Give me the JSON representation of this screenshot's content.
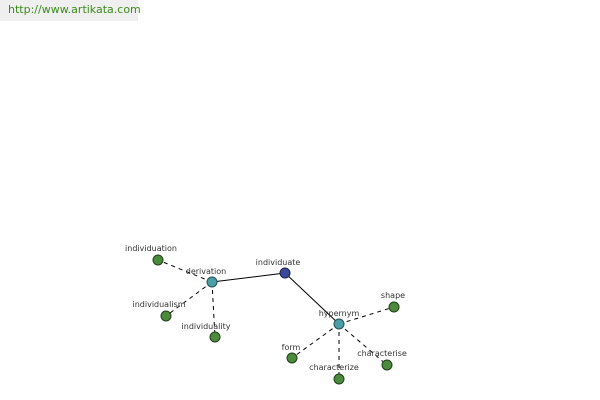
{
  "header": {
    "site_url": "http://www.artikata.com"
  },
  "colors": {
    "center_node": "#3b4a9c",
    "relation_node": "#4a9ea6",
    "leaf_node": "#4b8b3b",
    "edge": "#000000",
    "link_text": "#3c8a1c"
  },
  "graph": {
    "center": {
      "label": "individuate"
    },
    "relations": [
      {
        "label": "derivation"
      },
      {
        "label": "hypernym"
      }
    ],
    "leaves": [
      {
        "label": "individuation"
      },
      {
        "label": "individualism"
      },
      {
        "label": "individuality"
      },
      {
        "label": "shape"
      },
      {
        "label": "form"
      },
      {
        "label": "characterize"
      },
      {
        "label": "characterise"
      }
    ]
  }
}
